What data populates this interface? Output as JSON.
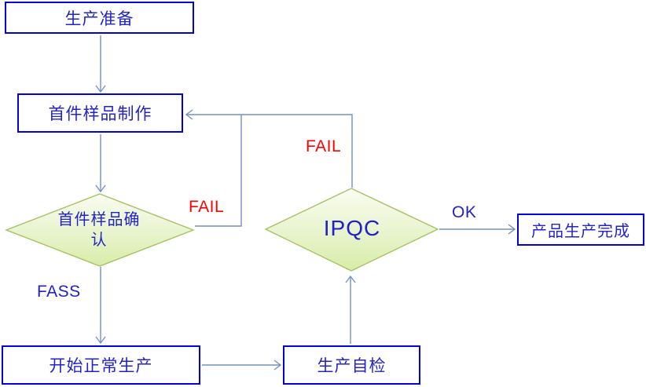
{
  "diagram": {
    "type": "flowchart",
    "language": "zh-CN",
    "nodes": {
      "prep": {
        "label": "生产准备",
        "shape": "process"
      },
      "first_sample": {
        "label": "首件样品制作",
        "shape": "process"
      },
      "first_confirm": {
        "label": "首件样品确认",
        "shape": "decision"
      },
      "normal_production": {
        "label": "开始正常生产",
        "shape": "process"
      },
      "self_check": {
        "label": "生产自检",
        "shape": "process"
      },
      "ipqc": {
        "label": "IPQC",
        "shape": "decision"
      },
      "complete": {
        "label": "产品生产完成",
        "shape": "process"
      }
    },
    "edges": [
      {
        "from": "prep",
        "to": "first_sample",
        "label": ""
      },
      {
        "from": "first_sample",
        "to": "first_confirm",
        "label": ""
      },
      {
        "from": "first_confirm",
        "to": "first_sample",
        "label": "FAIL"
      },
      {
        "from": "first_confirm",
        "to": "normal_production",
        "label": "FASS"
      },
      {
        "from": "normal_production",
        "to": "self_check",
        "label": ""
      },
      {
        "from": "self_check",
        "to": "ipqc",
        "label": ""
      },
      {
        "from": "ipqc",
        "to": "first_sample",
        "label": "FAIL"
      },
      {
        "from": "ipqc",
        "to": "complete",
        "label": "OK"
      }
    ],
    "colors": {
      "box_border": "#0101dd",
      "box_text": "#2323cc",
      "connector": "#7191c6",
      "fail_label": "#ff0000",
      "pass_label": "#2121cc",
      "diamond_border": "#a6c162",
      "diamond_fill_top": "#f9fcf0",
      "diamond_fill_bottom": "#d8eca7"
    }
  }
}
